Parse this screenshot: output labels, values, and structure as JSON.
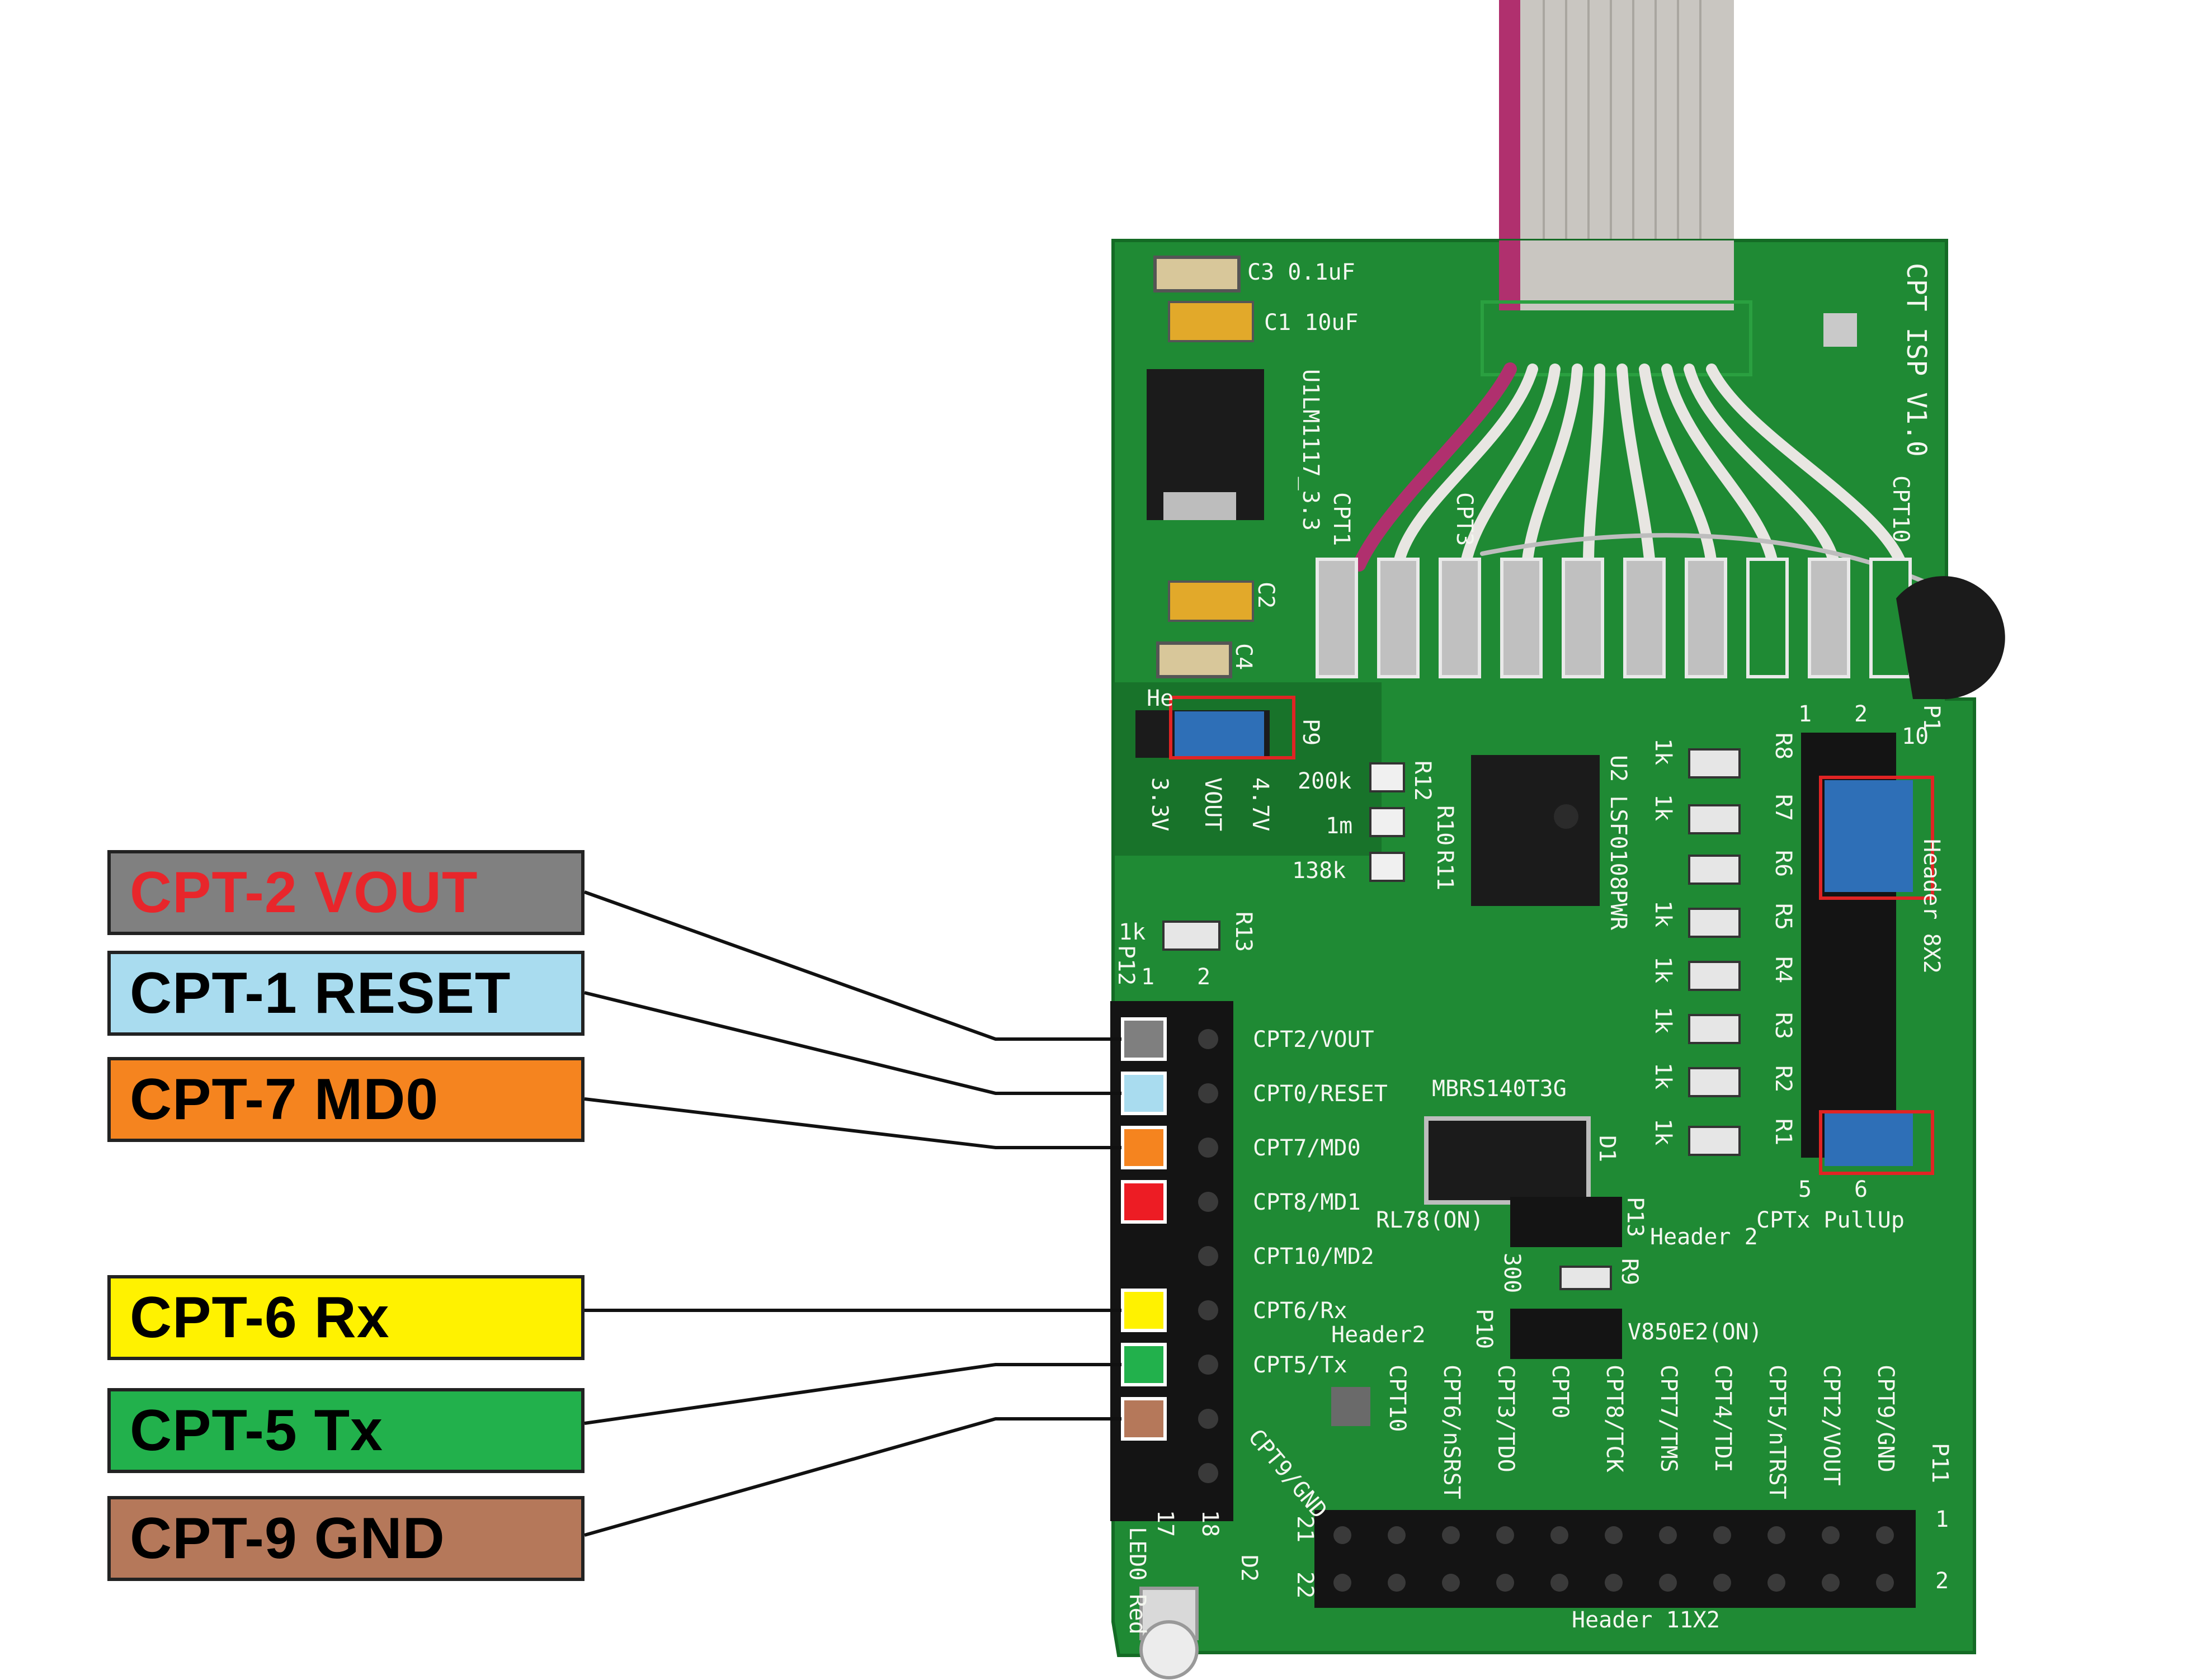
{
  "labels": [
    {
      "text": "CPT-2 VOUT",
      "bg": "#808080",
      "fg": "#e8262b"
    },
    {
      "text": "CPT-1 RESET",
      "bg": "#a9dcef",
      "fg": "#000000"
    },
    {
      "text": "CPT-7 MD0",
      "bg": "#f5841f",
      "fg": "#000000"
    },
    {
      "text": "CPT-6 Rx",
      "bg": "#fff200",
      "fg": "#000000"
    },
    {
      "text": "CPT-5 Tx",
      "bg": "#22b14c",
      "fg": "#000000"
    },
    {
      "text": "CPT-9 GND",
      "bg": "#b5785a",
      "fg": "#000000"
    }
  ],
  "pins": {
    "colors": [
      "#7f7f7f",
      "#a9dcef",
      "#f5841f",
      "#ed1c24",
      "",
      "#fff200",
      "#22b14c",
      "#b5785a"
    ],
    "labels": [
      "CPT2/VOUT",
      "CPT0/RESET",
      "CPT7/MD0",
      "CPT8/MD1",
      "CPT10/MD2",
      "CPT6/Rx",
      "CPT5/Tx"
    ],
    "p12_name": "P12",
    "p12_num_1": "1",
    "p12_num_2": "2",
    "p12_num_17": "17",
    "p12_num_18": "18"
  },
  "board": {
    "color": "#1f8a34",
    "title": "CPT ISP V1.0",
    "c3": "C3  0.1uF",
    "c1": "C1  10uF",
    "u1": "U1LM1117_3.3",
    "c2": "C2",
    "c4": "C4",
    "p9": "P9",
    "v33": "3.3V",
    "vout": "VOUT",
    "v47": "4.7V",
    "he": "He",
    "r12_val": "200k",
    "r10_val": "1m",
    "r11_val": "138k",
    "r12": "R12",
    "r10": "R10",
    "r11": "R11",
    "u2": "U2 LSF0108PWR",
    "r13_val": "1k",
    "r13": "R13",
    "mbrs": "MBRS140T3G",
    "d1": "D1",
    "p13": "P13",
    "header2_a": "Header 2",
    "rl78": "RL78(ON)",
    "r9_val": "300",
    "r9": "R9",
    "p10": "P10",
    "header2_b": "Header2",
    "v850": "V850E2(ON)",
    "header8x2": "Header 8X2",
    "cptx_pullup": "CPTx PullUp",
    "p1": "P1",
    "cpt1": "CPT1",
    "cpt3": "CPT3",
    "cpt10": "CPT10",
    "r8": "R8",
    "r7": "R7",
    "r6": "R6",
    "r5": "R5",
    "r4": "R4",
    "r3": "R3",
    "r2": "R2",
    "r1": "R1",
    "k1": "1k",
    "p11": "P11",
    "header11x2": "Header 11X2",
    "d2": "D2",
    "led0": "LED0 Red",
    "cpt9_gnd": "CPT9/GND",
    "bottom_labels": [
      "CPT10",
      "CPT6/nSRST",
      "CPT3/TDO",
      "CPT0",
      "CPT8/TCK",
      "CPT7/TMS",
      "CPT4/TDI",
      "CPT5/nTRST",
      "CPT2/VOUT",
      "CPT9/GND"
    ],
    "num_1": "1",
    "num_2": "2",
    "num_5": "5",
    "num_6": "6",
    "num_10": "10",
    "num_21": "21",
    "num_22": "22"
  }
}
